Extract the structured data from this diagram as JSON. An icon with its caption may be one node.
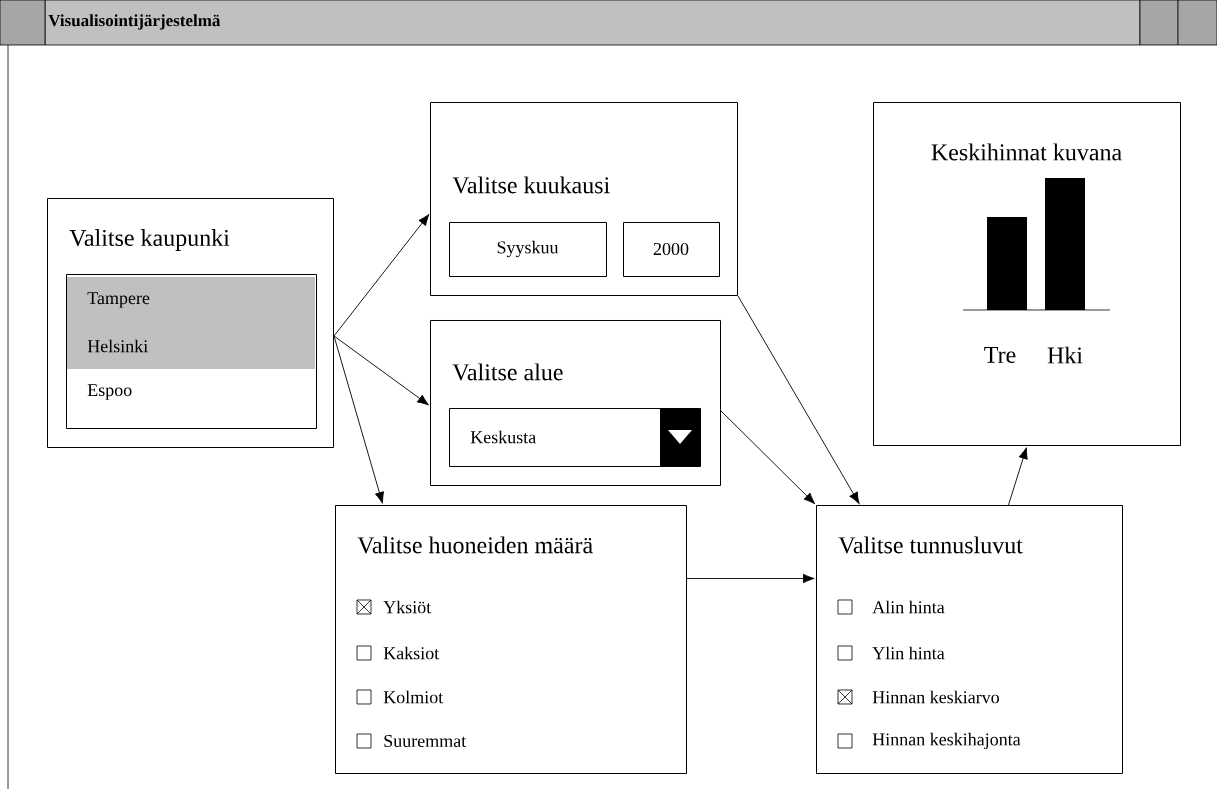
{
  "diagram": {
    "nodes": [
      {
        "text": [
          "Visualisointijärjestelmä"
        ]
      },
      {
        "text": [
          "Valitse kaupunki"
        ],
        "in": 0
      },
      {
        "text": [
          "Tampere",
          "Helsinki",
          "Espoo"
        ],
        "in": 1
      },
      {
        "text": [
          "Valitse kuukausi"
        ],
        "in": 0
      },
      {
        "text": [
          "Syyskuu"
        ],
        "in": 3
      },
      {
        "text": [
          "2000"
        ],
        "in": 3
      },
      {
        "text": [
          "Valitse alue"
        ],
        "in": 0
      },
      {
        "text": [
          "Keskusta"
        ],
        "in": 6
      },
      {
        "text": [
          "Keskihinnat kuvana",
          "Tre",
          "Hki"
        ],
        "in": 0
      },
      {
        "text": [
          "Valitse huoneiden määrä",
          "Yksiöt",
          "Kaksiot",
          "Kolmiot",
          "Suuremmat"
        ],
        "in": 0
      },
      {
        "text": [
          "Valitse tunnusluvut",
          "Alin hinta",
          "Ylin hinta",
          "Hinnan keskiarvo",
          "Hinnan keskihajonta"
        ],
        "in": 0
      }
    ],
    "edges": [
      {
        "from": 1,
        "to": 3,
        "arrow": "to"
      },
      {
        "from": 1,
        "to": 6,
        "arrow": "to"
      },
      {
        "from": 1,
        "to": 9,
        "arrow": "to"
      },
      {
        "from": 3,
        "to": 10,
        "arrow": "to"
      },
      {
        "from": 6,
        "to": 10,
        "arrow": "to"
      },
      {
        "from": 9,
        "to": 10,
        "arrow": "to"
      },
      {
        "from": 10,
        "to": 8,
        "arrow": "to"
      }
    ]
  }
}
